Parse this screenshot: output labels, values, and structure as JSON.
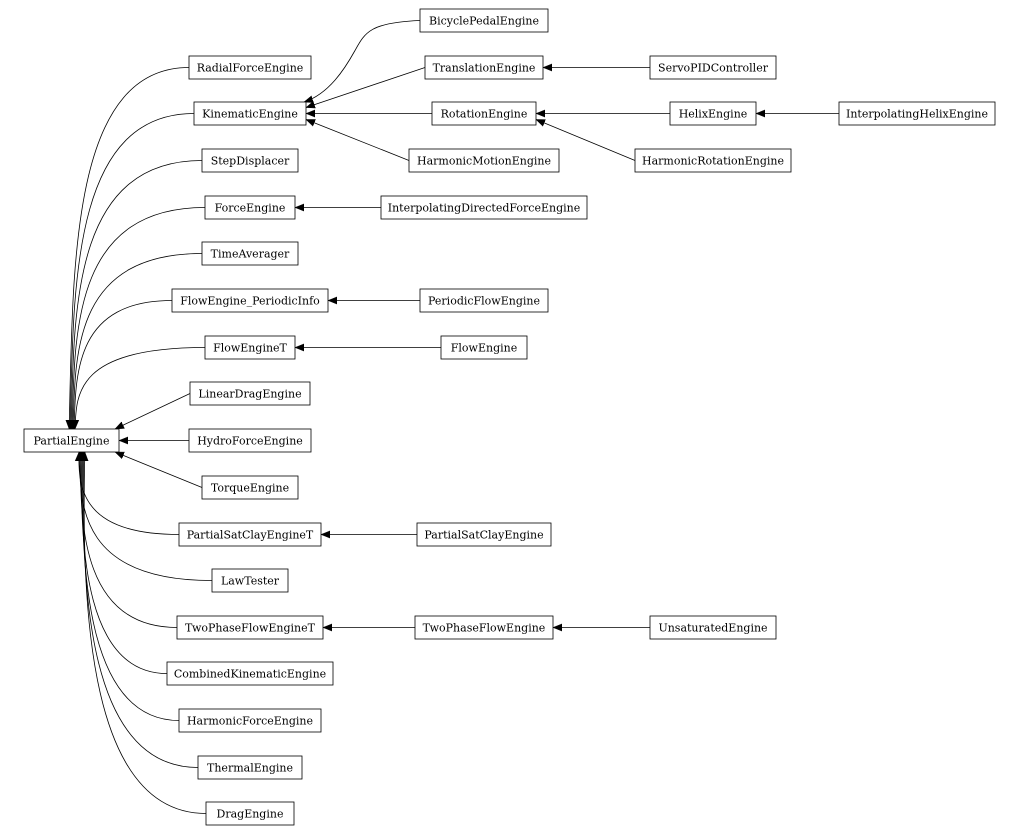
{
  "diagram": {
    "type": "inheritance-graph",
    "colors": {
      "line": "#000000",
      "box_fill": "#ffffff",
      "text": "#000000"
    },
    "nodes": [
      {
        "id": "PartialEngine",
        "label": "PartialEngine"
      },
      {
        "id": "RadialForceEngine",
        "label": "RadialForceEngine"
      },
      {
        "id": "KinematicEngine",
        "label": "KinematicEngine"
      },
      {
        "id": "StepDisplacer",
        "label": "StepDisplacer"
      },
      {
        "id": "ForceEngine",
        "label": "ForceEngine"
      },
      {
        "id": "TimeAverager",
        "label": "TimeAverager"
      },
      {
        "id": "FlowEngine_PeriodicInfo",
        "label": "FlowEngine_PeriodicInfo"
      },
      {
        "id": "FlowEngineT",
        "label": "FlowEngineT"
      },
      {
        "id": "LinearDragEngine",
        "label": "LinearDragEngine"
      },
      {
        "id": "HydroForceEngine",
        "label": "HydroForceEngine"
      },
      {
        "id": "TorqueEngine",
        "label": "TorqueEngine"
      },
      {
        "id": "PartialSatClayEngineT",
        "label": "PartialSatClayEngineT"
      },
      {
        "id": "LawTester",
        "label": "LawTester"
      },
      {
        "id": "TwoPhaseFlowEngineT",
        "label": "TwoPhaseFlowEngineT"
      },
      {
        "id": "CombinedKinematicEngine",
        "label": "CombinedKinematicEngine"
      },
      {
        "id": "HarmonicForceEngine",
        "label": "HarmonicForceEngine"
      },
      {
        "id": "ThermalEngine",
        "label": "ThermalEngine"
      },
      {
        "id": "DragEngine",
        "label": "DragEngine"
      },
      {
        "id": "BicyclePedalEngine",
        "label": "BicyclePedalEngine"
      },
      {
        "id": "TranslationEngine",
        "label": "TranslationEngine"
      },
      {
        "id": "RotationEngine",
        "label": "RotationEngine"
      },
      {
        "id": "HarmonicMotionEngine",
        "label": "HarmonicMotionEngine"
      },
      {
        "id": "InterpolatingDirectedForceEngine",
        "label": "InterpolatingDirectedForceEngine"
      },
      {
        "id": "PeriodicFlowEngine",
        "label": "PeriodicFlowEngine"
      },
      {
        "id": "FlowEngine",
        "label": "FlowEngine"
      },
      {
        "id": "PartialSatClayEngine",
        "label": "PartialSatClayEngine"
      },
      {
        "id": "TwoPhaseFlowEngine",
        "label": "TwoPhaseFlowEngine"
      },
      {
        "id": "ServoPIDController",
        "label": "ServoPIDController"
      },
      {
        "id": "HelixEngine",
        "label": "HelixEngine"
      },
      {
        "id": "HarmonicRotationEngine",
        "label": "HarmonicRotationEngine"
      },
      {
        "id": "UnsaturatedEngine",
        "label": "UnsaturatedEngine"
      },
      {
        "id": "InterpolatingHelixEngine",
        "label": "InterpolatingHelixEngine"
      }
    ],
    "edges": [
      {
        "from": "RadialForceEngine",
        "to": "PartialEngine"
      },
      {
        "from": "KinematicEngine",
        "to": "PartialEngine"
      },
      {
        "from": "StepDisplacer",
        "to": "PartialEngine"
      },
      {
        "from": "ForceEngine",
        "to": "PartialEngine"
      },
      {
        "from": "TimeAverager",
        "to": "PartialEngine"
      },
      {
        "from": "FlowEngine_PeriodicInfo",
        "to": "PartialEngine"
      },
      {
        "from": "FlowEngineT",
        "to": "PartialEngine"
      },
      {
        "from": "LinearDragEngine",
        "to": "PartialEngine"
      },
      {
        "from": "HydroForceEngine",
        "to": "PartialEngine"
      },
      {
        "from": "TorqueEngine",
        "to": "PartialEngine"
      },
      {
        "from": "PartialSatClayEngineT",
        "to": "PartialEngine"
      },
      {
        "from": "LawTester",
        "to": "PartialEngine"
      },
      {
        "from": "TwoPhaseFlowEngineT",
        "to": "PartialEngine"
      },
      {
        "from": "CombinedKinematicEngine",
        "to": "PartialEngine"
      },
      {
        "from": "HarmonicForceEngine",
        "to": "PartialEngine"
      },
      {
        "from": "ThermalEngine",
        "to": "PartialEngine"
      },
      {
        "from": "DragEngine",
        "to": "PartialEngine"
      },
      {
        "from": "BicyclePedalEngine",
        "to": "KinematicEngine"
      },
      {
        "from": "TranslationEngine",
        "to": "KinematicEngine"
      },
      {
        "from": "RotationEngine",
        "to": "KinematicEngine"
      },
      {
        "from": "HarmonicMotionEngine",
        "to": "KinematicEngine"
      },
      {
        "from": "InterpolatingDirectedForceEngine",
        "to": "ForceEngine"
      },
      {
        "from": "PeriodicFlowEngine",
        "to": "FlowEngine_PeriodicInfo"
      },
      {
        "from": "FlowEngine",
        "to": "FlowEngineT"
      },
      {
        "from": "PartialSatClayEngine",
        "to": "PartialSatClayEngineT"
      },
      {
        "from": "TwoPhaseFlowEngine",
        "to": "TwoPhaseFlowEngineT"
      },
      {
        "from": "ServoPIDController",
        "to": "TranslationEngine"
      },
      {
        "from": "HelixEngine",
        "to": "RotationEngine"
      },
      {
        "from": "HarmonicRotationEngine",
        "to": "RotationEngine"
      },
      {
        "from": "UnsaturatedEngine",
        "to": "TwoPhaseFlowEngine"
      },
      {
        "from": "InterpolatingHelixEngine",
        "to": "HelixEngine"
      }
    ]
  }
}
